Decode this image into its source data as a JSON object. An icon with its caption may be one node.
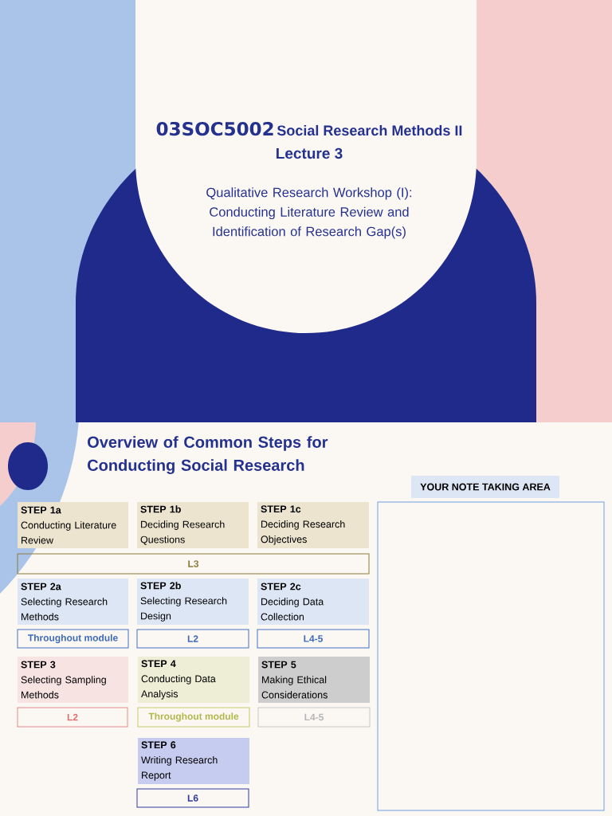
{
  "diagram": {
    "title": "Overview of Common Steps for Conducting Social Research",
    "nodes": [
      {
        "text": [
          "YOUR NOTE TAKING AREA"
        ]
      },
      {
        "text": [
          "STEP 1a",
          "Conducting Literature Review"
        ]
      },
      {
        "text": [
          "STEP 1b",
          "Deciding Research Questions"
        ]
      },
      {
        "text": [
          "STEP 1c",
          "Deciding Research Objectives"
        ]
      },
      {
        "text": [],
        "shape": "box"
      },
      {
        "text": [
          "L3"
        ]
      },
      {
        "text": [
          "STEP 2a",
          "Selecting Research Methods"
        ]
      },
      {
        "text": [
          "STEP 2b",
          "Selecting Research Design"
        ]
      },
      {
        "text": [
          "STEP 2c",
          "Deciding Data Collection"
        ]
      },
      {
        "text": [
          "Throughout module"
        ]
      },
      {
        "text": [
          "L2"
        ]
      },
      {
        "text": [
          "L4-5"
        ]
      },
      {
        "text": [
          "STEP 3",
          "Selecting Sampling Methods"
        ]
      },
      {
        "text": [
          "STEP 4",
          "Conducting Data Analysis"
        ]
      },
      {
        "text": [
          "STEP 5",
          "Making Ethical Considerations"
        ]
      },
      {
        "text": [
          "L2"
        ]
      },
      {
        "text": [
          "Throughout module"
        ]
      },
      {
        "text": [
          "L4-5"
        ]
      },
      {
        "text": [
          "STEP 6",
          "Writing Research Report"
        ]
      },
      {
        "text": [
          "L6"
        ]
      }
    ],
    "labels": [
      "03SOC5002",
      "Social Research Methods II",
      "Lecture 3",
      "Qualitative Research Workshop (I): Conducting Literature Review and Identification of Research Gap(s)"
    ]
  }
}
